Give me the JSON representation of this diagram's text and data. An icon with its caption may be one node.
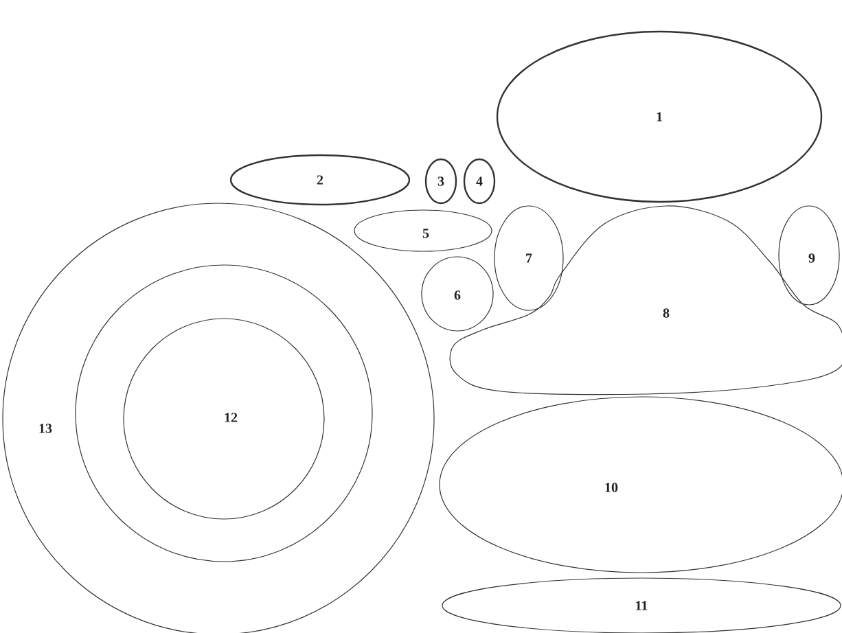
{
  "diagram": {
    "nodes": [
      {
        "text": [
          "1"
        ]
      },
      {
        "text": [
          "2"
        ]
      },
      {
        "text": [
          "3"
        ]
      },
      {
        "text": [
          "4"
        ]
      },
      {
        "text": [
          "5"
        ]
      },
      {
        "text": [
          "6"
        ]
      },
      {
        "text": [
          "7"
        ]
      },
      {
        "text": [
          "8"
        ]
      },
      {
        "text": [
          "9"
        ]
      },
      {
        "text": [
          "10"
        ]
      },
      {
        "text": [
          "11"
        ]
      },
      {
        "text": [
          "13"
        ]
      },
      {
        "text": [],
        "shape": "circle",
        "in": 11
      },
      {
        "text": [
          "12"
        ],
        "in": 12
      }
    ]
  }
}
